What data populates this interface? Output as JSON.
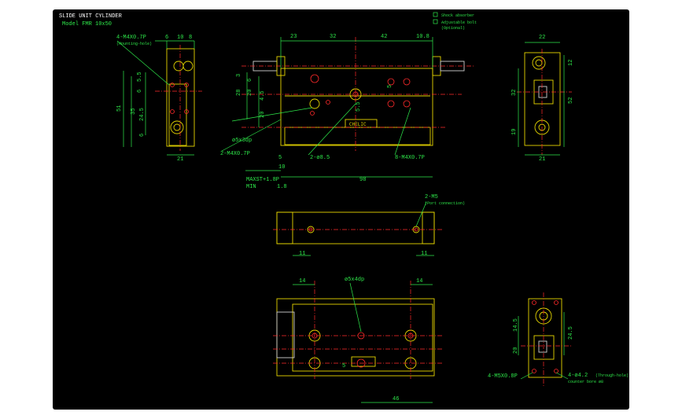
{
  "title": {
    "line1": "SLIDE UNIT CYLINDER",
    "line2": "Model  FMR  10x50"
  },
  "legend": {
    "item1": "Shock absorber",
    "item2": "Adjustable bolt",
    "item2_note": "(Optional)"
  },
  "left_view": {
    "label": "4-M4X0.7P",
    "label_note": "(Mounting-hole)",
    "dims_top": [
      "6",
      "10",
      "8"
    ],
    "dims_side": [
      "5.5",
      "6",
      "35",
      "24.5",
      "6"
    ],
    "dim_outer": "51",
    "dim_bottom": "21"
  },
  "front_view": {
    "dims_top": [
      "23",
      "32",
      "42",
      "10.8"
    ],
    "dims_left": [
      "3",
      "6",
      "28",
      "20",
      "4.5",
      "20"
    ],
    "dim_inner": "5",
    "dim_inner2": "5.5",
    "callouts": [
      "ø5x3dp",
      "2-M4X0.7P",
      "2-ø8.5",
      "8-M4X0.7P"
    ],
    "dims_bottom": [
      "5",
      "10",
      "98"
    ],
    "stroke_max": "MAXST+1.8P",
    "stroke_min": "MIN",
    "stroke_min_val": "1.8",
    "brand": "CHELIC"
  },
  "right_view": {
    "dim_top": "22",
    "dims": [
      "12",
      "32",
      "52",
      "19"
    ],
    "dim_bottom": "21"
  },
  "mid_view": {
    "callout": "2-M5",
    "callout_note": "(Port connection)",
    "dims": [
      "11",
      "11"
    ]
  },
  "bottom_view": {
    "dims_top": [
      "14",
      "14"
    ],
    "callout": "ø5x4dp",
    "dim_side": "5",
    "dim_bottom": "46"
  },
  "corner_view": {
    "dims": [
      "14.5",
      "20",
      "24.5"
    ],
    "callout_left": "4-M5X0.8P",
    "callout_right": "4-ø4.2",
    "callout_right_note": "(Through-hole)",
    "callout_right_note2": "counter bore  ø8"
  }
}
